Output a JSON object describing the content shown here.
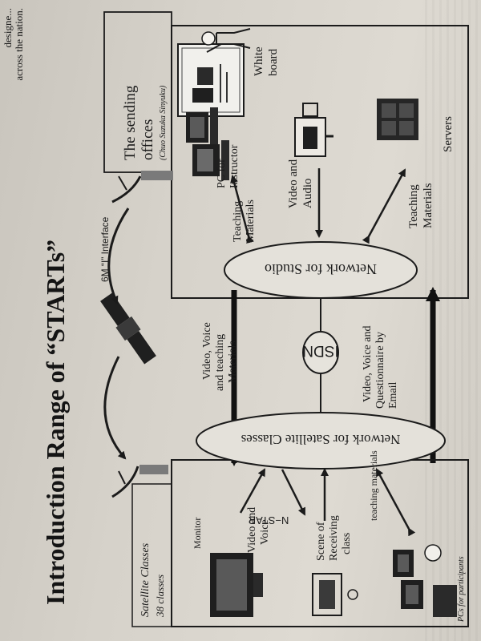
{
  "page": {
    "top_fragment_1": "designe...",
    "top_fragment_2": "across the nation."
  },
  "diagram": {
    "title": "Introduction Range of “STARTs”",
    "sending_offices": {
      "label_line1": "The sending",
      "label_line2": "offices",
      "sub_label": "(Chuo Suzuka Sinyuku)"
    },
    "satellite": {
      "label": "N−STAR",
      "interface_label": "6M “I” Interface"
    },
    "studio": {
      "network_label": "Network for Studio",
      "white_board_line1": "White",
      "white_board_line2": "board",
      "pc_line1": "PC for",
      "pc_line2": "Instructor",
      "teaching_materials_1_line1": "Teaching",
      "teaching_materials_1_line2": "Materials",
      "video_audio_line1": "Video and",
      "video_audio_line2": "Audio",
      "teaching_materials_2_line1": "Teaching",
      "teaching_materials_2_line2": "Materials",
      "servers_label": "Servers"
    },
    "isdn_label": "ISDN",
    "down_link": {
      "line1": "Video, Voice",
      "line2": "and teaching",
      "line3": "Materials"
    },
    "up_link": {
      "line1": "Video, Voice and",
      "line2": "Questionnaire by",
      "line3": "Email"
    },
    "satellite_classes": {
      "title": "Satellite Classes",
      "count": "38 classes",
      "network_label": "Network for Satellite Classes",
      "monitor_label": "Monitor",
      "video_voice_line1": "Video and",
      "video_voice_line2": "Voice",
      "scene_line1": "Scene of",
      "scene_line2": "Receiving",
      "scene_line3": "class",
      "teaching_materials_label": "teaching materials",
      "pcs_label": "PCs for participants"
    }
  }
}
